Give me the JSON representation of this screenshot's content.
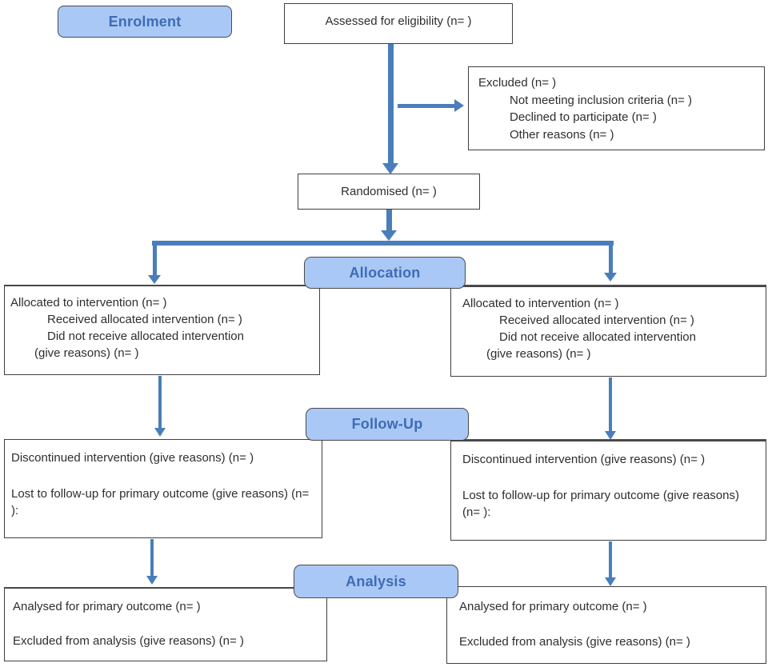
{
  "flow": {
    "stage_labels": {
      "enrolment": "Enrolment",
      "allocation": "Allocation",
      "followup": "Follow-Up",
      "analysis": "Analysis"
    },
    "assessed": "Assessed for eligibility (n= )",
    "excluded": {
      "title": "Excluded (n= )",
      "reasons": [
        "Not meeting inclusion criteria (n= )",
        "Declined to participate (n= )",
        "Other reasons (n= )"
      ]
    },
    "randomised": "Randomised (n= )",
    "arms": [
      {
        "allocated": "Allocated to intervention (n= )",
        "received": "Received allocated intervention (n= )",
        "did_not_receive": "Did not receive allocated intervention",
        "did_not_receive_reasons": "(give reasons) (n= )",
        "discontinued": "Discontinued intervention (give reasons) (n= )",
        "lost_to_followup": "Lost to follow-up for primary outcome (give reasons) (n= ):",
        "analysed": "Analysed for primary outcome (n= )",
        "excluded_from_analysis": "Excluded from analysis (give reasons) (n= )"
      },
      {
        "allocated": "Allocated to intervention (n= )",
        "received": "Received allocated intervention (n= )",
        "did_not_receive": "Did not receive allocated intervention",
        "did_not_receive_reasons": "(give reasons) (n= )",
        "discontinued": "Discontinued intervention (give reasons) (n= )",
        "lost_to_followup": "Lost to follow-up for primary outcome (give reasons) (n= ):",
        "analysed": "Analysed for primary outcome (n= )",
        "excluded_from_analysis": "Excluded from analysis (give reasons) (n= )"
      }
    ],
    "colors": {
      "arrow": "#4a7ebb",
      "stage_fill": "#aac8f5",
      "stage_text": "#3e6cb4",
      "box_border": "#3f3f3f",
      "stage_border": "#4a4a4a"
    }
  }
}
